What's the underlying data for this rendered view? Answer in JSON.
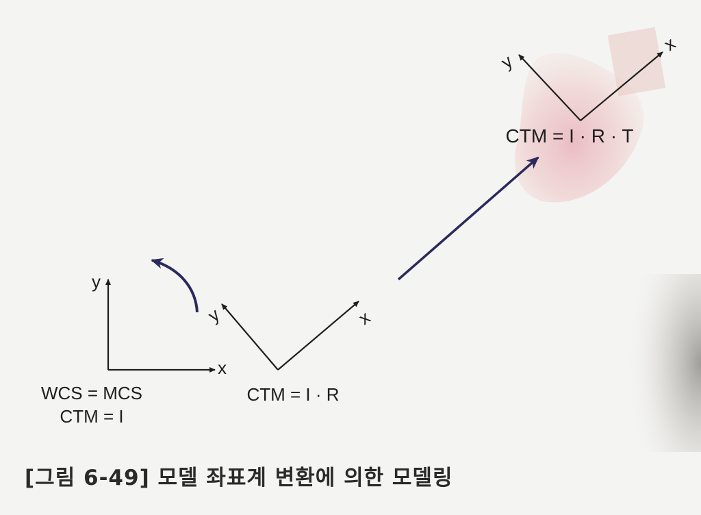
{
  "frames": {
    "wcs": {
      "x_label": "x",
      "y_label": "y",
      "line1": "WCS = MCS",
      "line2": "CTM = I"
    },
    "rotated": {
      "x_label": "x",
      "y_label": "y",
      "line1": "CTM = I · R"
    },
    "translated": {
      "x_label": "x",
      "y_label": "y",
      "line1": "CTM = I · R · T"
    }
  },
  "caption": "[그림 6-49] 모델 좌표계 변환에 의한 모델링",
  "colors": {
    "ink": "#1e1e1e",
    "arrow": "#2b2a5c",
    "highlight": "#e8b4b8"
  }
}
